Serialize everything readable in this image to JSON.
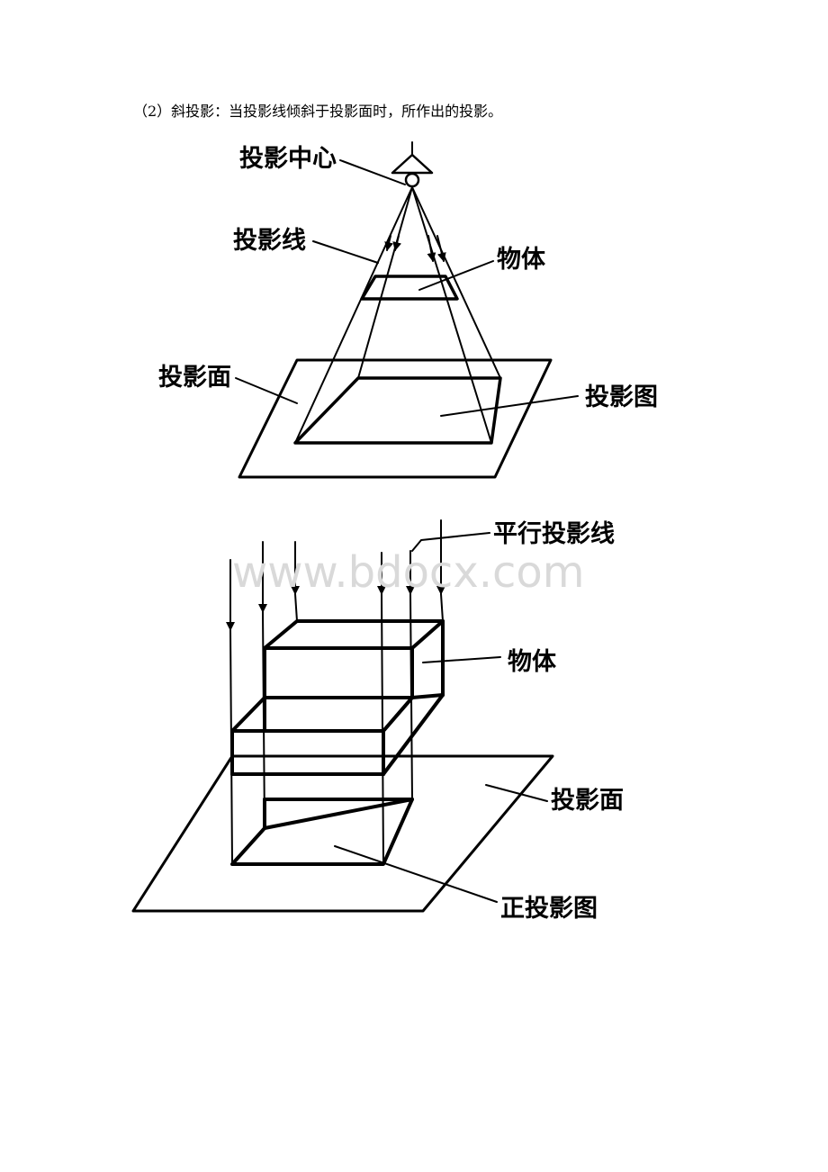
{
  "document": {
    "caption": "（2）斜投影：当投影线倾斜于投影面时，所作出的投影。"
  },
  "figure_central": {
    "labels": {
      "center": "投影中心",
      "rays": "投影线",
      "object": "物体",
      "plane": "投影面",
      "image": "投影图"
    }
  },
  "figure_parallel": {
    "labels": {
      "rays": "平行投影线",
      "object": "物体",
      "plane": "投影面",
      "image": "正投影图"
    }
  },
  "watermark": "www.bdocx.com"
}
